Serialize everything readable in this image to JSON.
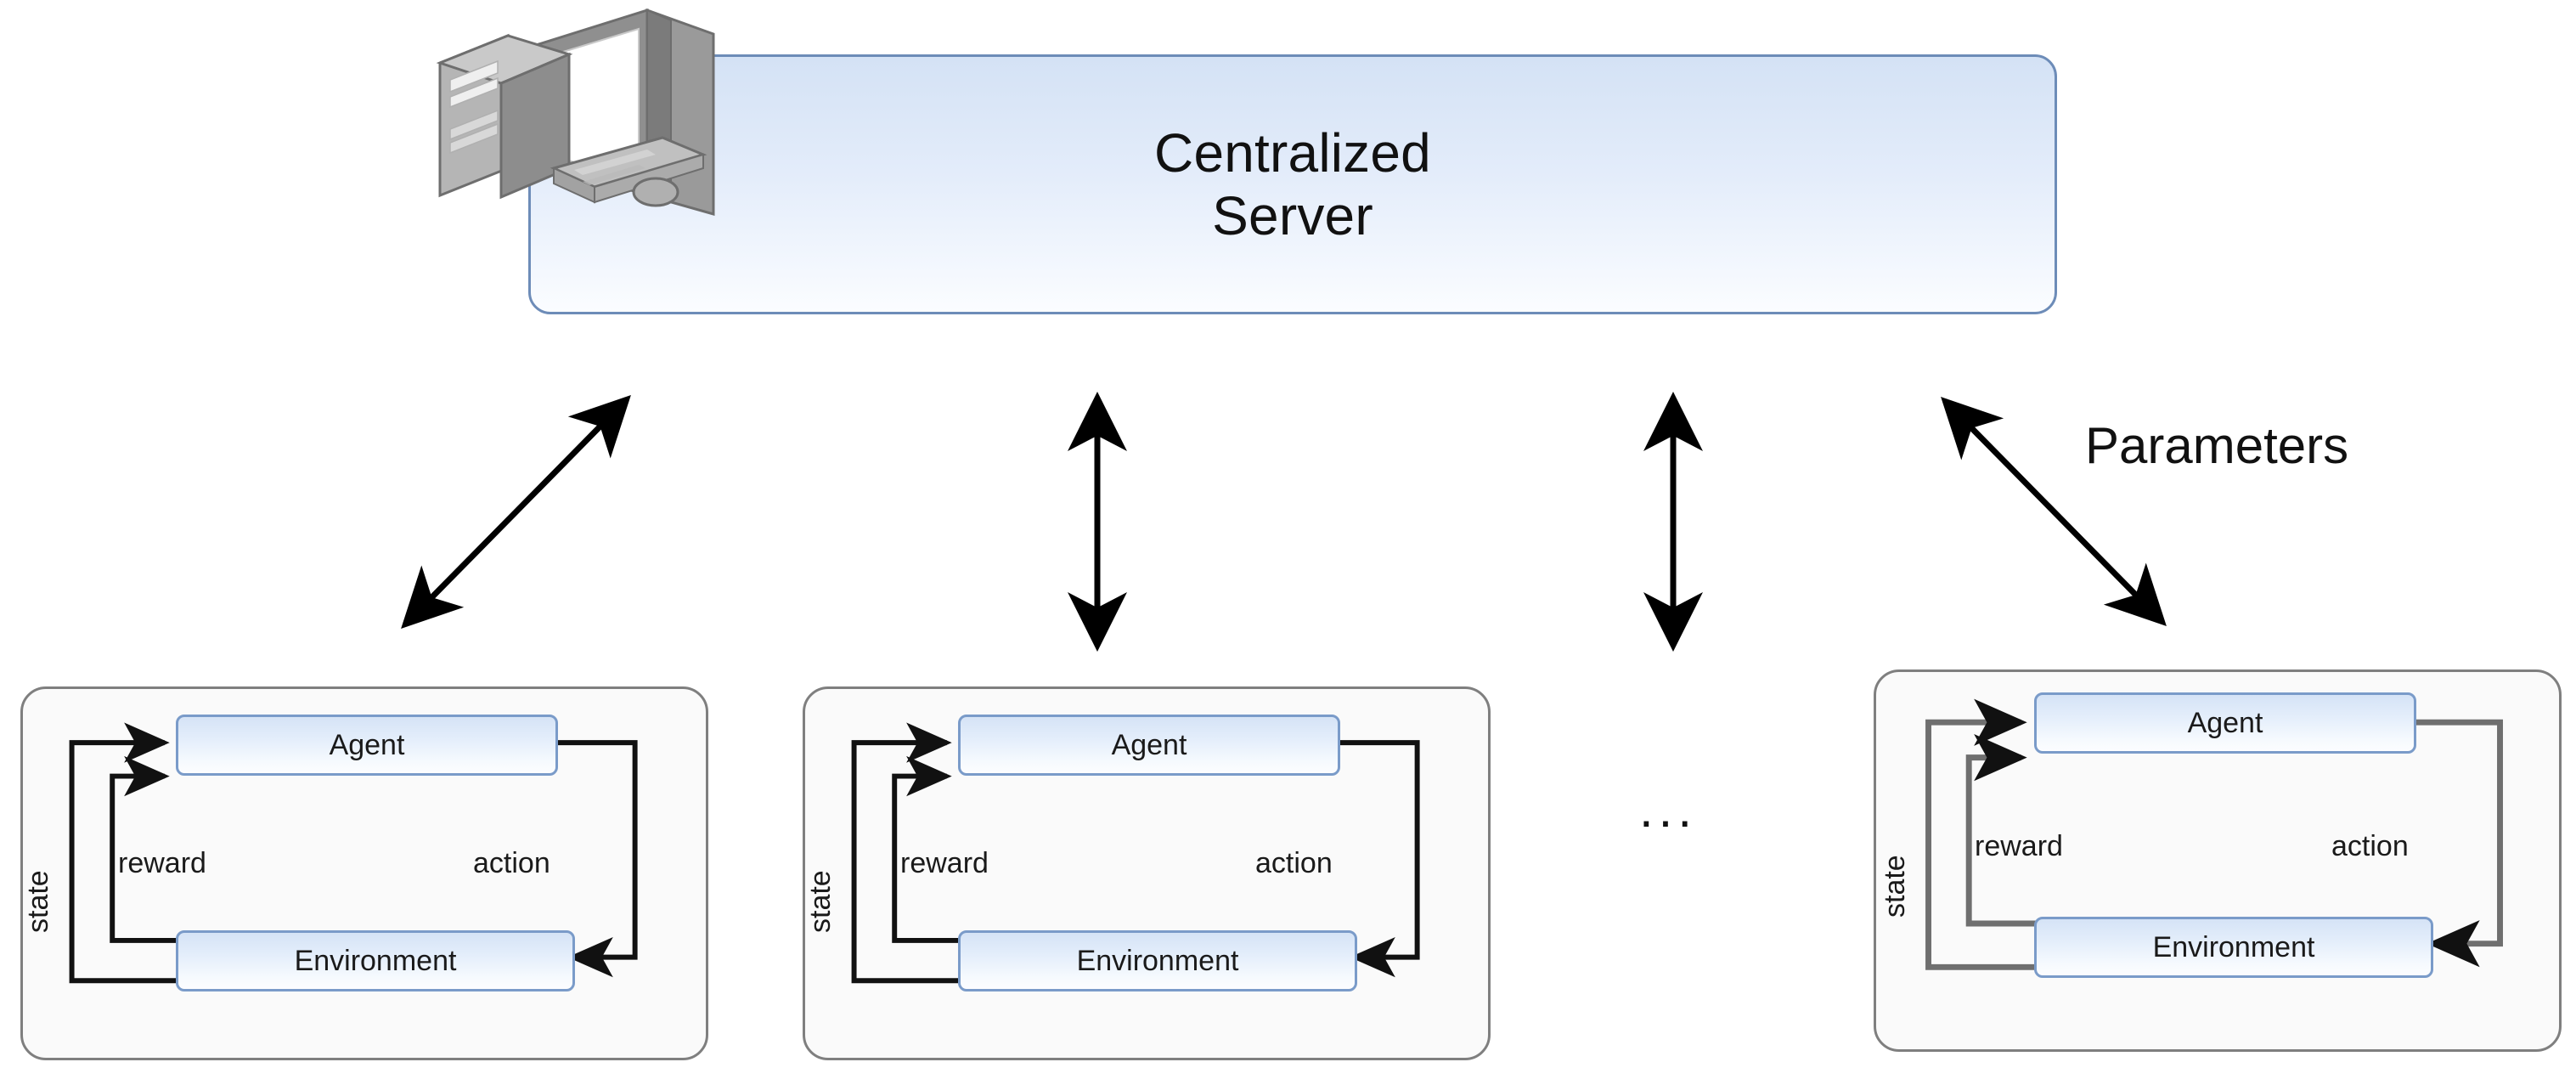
{
  "diagram": {
    "title_lines": [
      "Centralized",
      "Server"
    ],
    "parameters_label": "Parameters",
    "ellipsis": "...",
    "colors": {
      "server_border": "#6d8cb8",
      "server_fill_top": "#d4e2f5",
      "server_fill_bottom": "#fbfdff",
      "node_border": "#7a9bc9",
      "node_fill_top": "#d5e3f6",
      "node_fill_bottom": "#fcfdff",
      "block_border": "#7f7f7f",
      "block_fill": "#fafafa",
      "arrow": "#000000",
      "text": "#111111"
    },
    "icons": {
      "server_computer": "desktop-computer-icon"
    },
    "connectors": [
      {
        "name": "server-to-agent-1",
        "style": "double-headed-diagonal"
      },
      {
        "name": "server-to-agent-2",
        "style": "double-headed-vertical"
      },
      {
        "name": "server-to-agent-3",
        "style": "double-headed-vertical"
      },
      {
        "name": "server-to-agent-4",
        "style": "double-headed-diagonal"
      }
    ],
    "rl_blocks": [
      {
        "id": "rl-block-1",
        "agent_label": "Agent",
        "environment_label": "Environment",
        "state_label": "state",
        "reward_label": "reward",
        "action_label": "action"
      },
      {
        "id": "rl-block-2",
        "agent_label": "Agent",
        "environment_label": "Environment",
        "state_label": "state",
        "reward_label": "reward",
        "action_label": "action"
      },
      {
        "id": "rl-block-3",
        "agent_label": "Agent",
        "environment_label": "Environment",
        "state_label": "state",
        "reward_label": "reward",
        "action_label": "action"
      }
    ]
  }
}
